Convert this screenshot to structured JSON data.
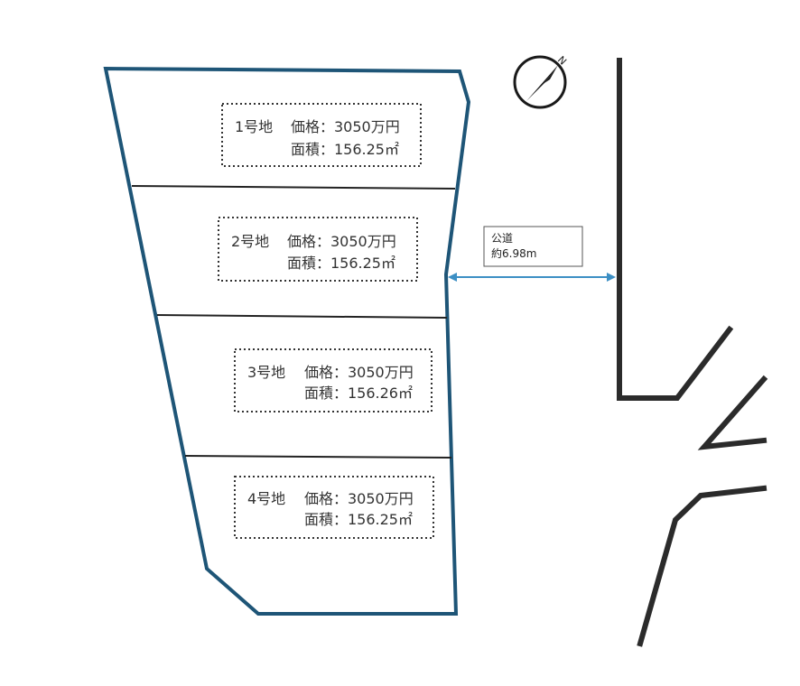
{
  "colors": {
    "boundary": "#1e5577",
    "divider": "#222222",
    "road_line": "#2b2b2b",
    "arrow": "#3c8fc4",
    "text": "#333333",
    "dotted_box": "#333333"
  },
  "lots": [
    {
      "label": "1号地",
      "price_label": "価格：3050万円",
      "area_label": "面積：156.25㎡"
    },
    {
      "label": "2号地",
      "price_label": "価格：3050万円",
      "area_label": "面積：156.25㎡"
    },
    {
      "label": "3号地",
      "price_label": "価格：3050万円",
      "area_label": "面積：156.26㎡"
    },
    {
      "label": "4号地",
      "price_label": "価格：3050万円",
      "area_label": "面積：156.25㎡"
    }
  ],
  "road": {
    "name": "公道",
    "width_label": "約6.98m"
  },
  "compass": {
    "icon": "north-arrow-icon",
    "letter": "N"
  }
}
